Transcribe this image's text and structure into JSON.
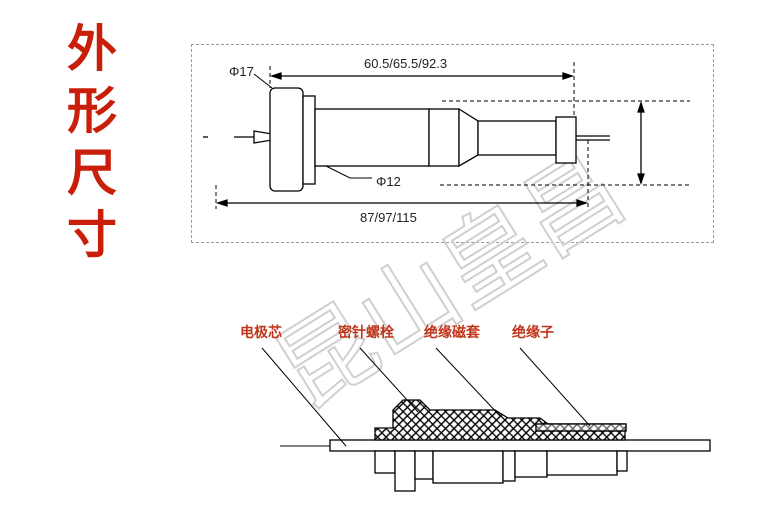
{
  "heading": {
    "chars": [
      "外",
      "形",
      "尺",
      "寸"
    ],
    "color": "#c81e0a"
  },
  "dimensions": {
    "head_diameter": "Φ17",
    "body_diameter": "Φ12",
    "inner_length": "60.5/65.5/92.3",
    "overall_length": "87/97/115"
  },
  "parts": {
    "electrode_core": "电极芯",
    "sealing_bolt": "密针螺栓",
    "insulating_sleeve": "绝缘磁套",
    "insulator": "绝缘子",
    "label_color": "#c0361a"
  },
  "watermark": {
    "text": "昆山皇昌"
  }
}
